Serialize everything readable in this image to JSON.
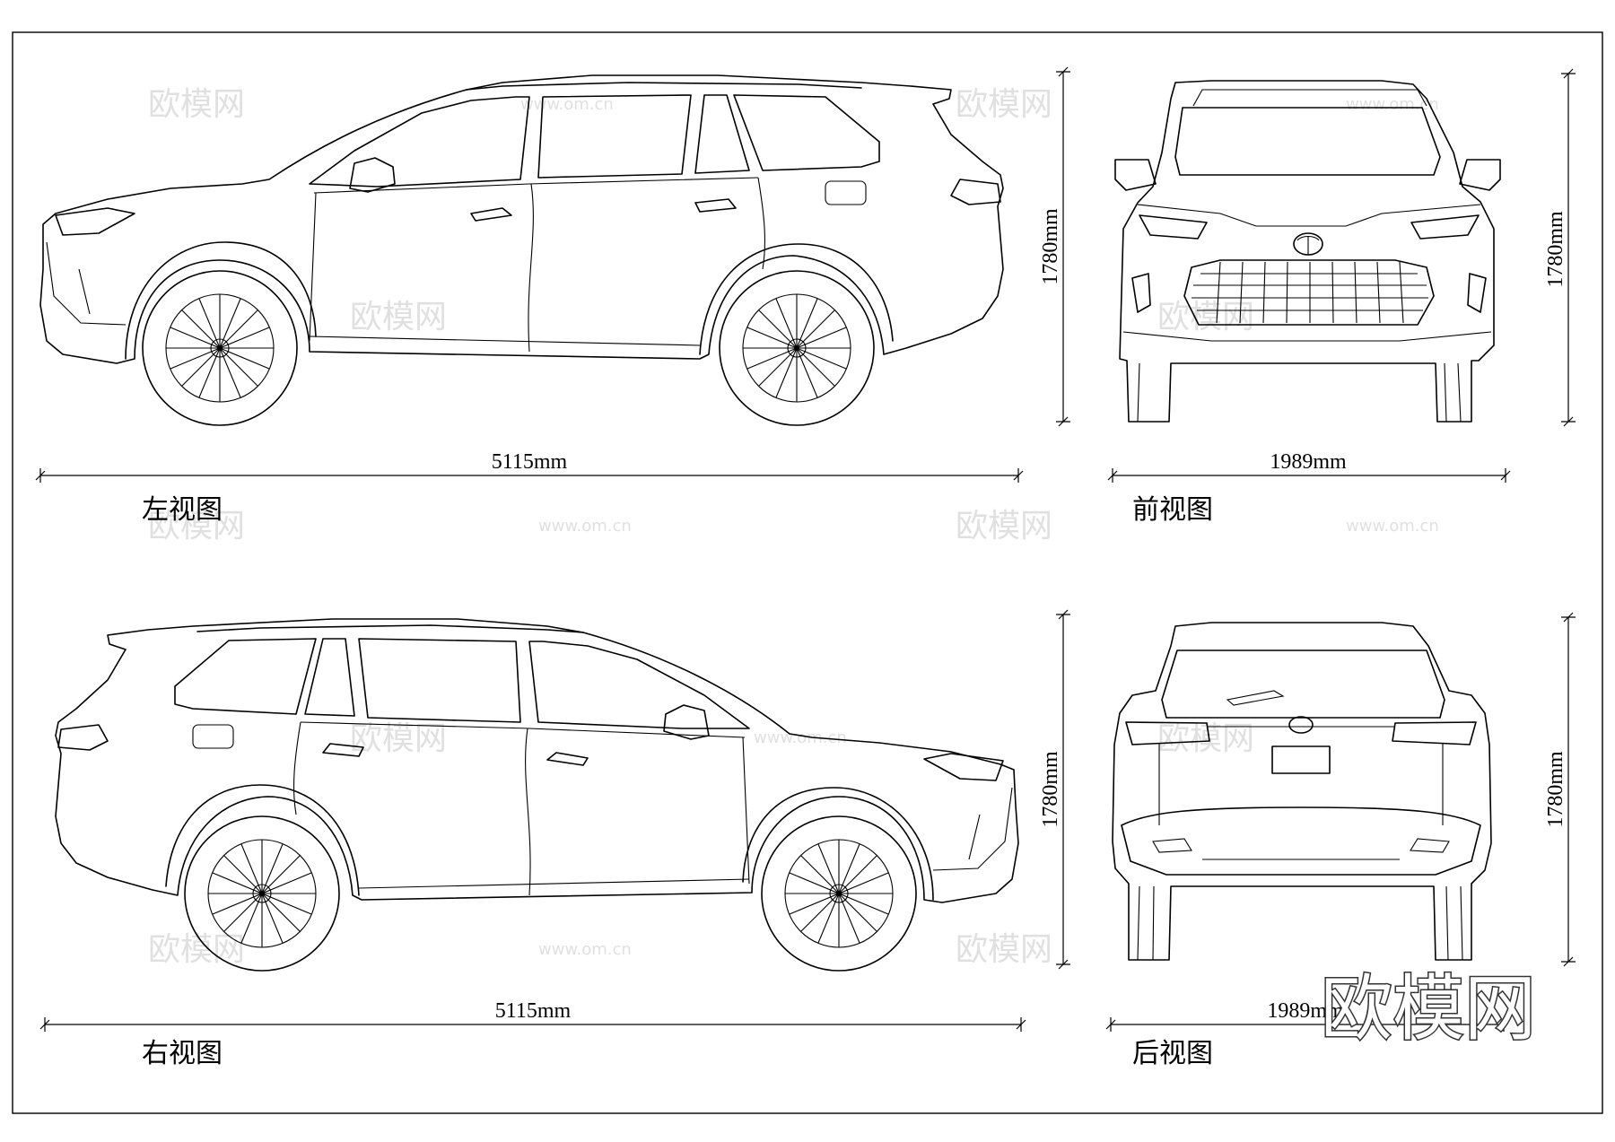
{
  "views": {
    "left": {
      "caption": "左视图",
      "length_label": "5115mm",
      "height_label": "1780mm"
    },
    "front": {
      "caption": "前视图",
      "width_label": "1989mm",
      "height_label": "1780mm"
    },
    "right": {
      "caption": "右视图",
      "length_label": "5115mm",
      "height_label": "1780mm"
    },
    "rear": {
      "caption": "后视图",
      "width_label": "1989mm",
      "height_label": "1780mm"
    }
  },
  "watermark": {
    "text": "欧模网",
    "url": "www.om.cn"
  },
  "brand_mark": {
    "text": "欧模网"
  },
  "colors": {
    "line": "#000000",
    "watermark": "#c8c8c8",
    "background": "#ffffff"
  }
}
